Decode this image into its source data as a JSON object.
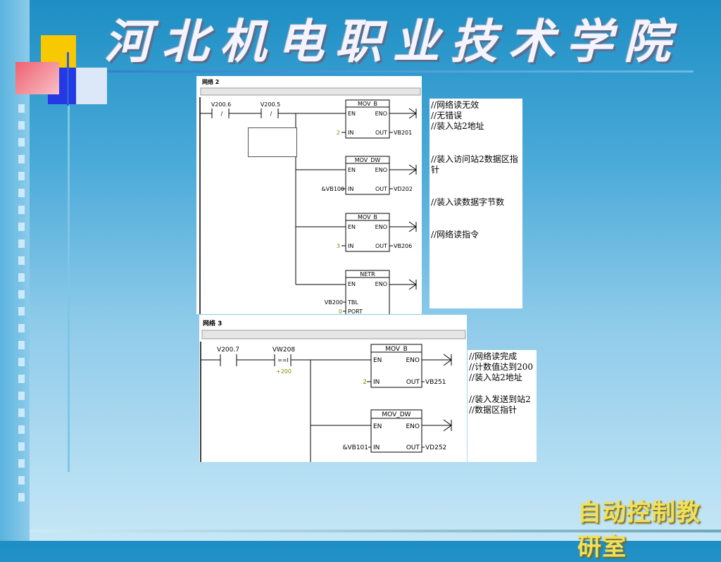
{
  "slide": {
    "title": "河北机电职业技术学院",
    "footer_lab": "自动控制教研室",
    "colors": {
      "background_top": "#1d8ec4",
      "background_bottom": "#c6e7f6",
      "title": "#f4f4ff",
      "lab_text": "#f0e060"
    }
  },
  "network2": {
    "header": "网络 2",
    "contacts": [
      {
        "address": "V200.6",
        "symbol": "/"
      },
      {
        "address": "V200.5",
        "symbol": "/"
      }
    ],
    "boxes": [
      {
        "name": "MOV_B",
        "en": "EN",
        "eno": "ENO",
        "in_label": "IN",
        "out_label": "OUT",
        "in_value": "2",
        "out_value": "VB201"
      },
      {
        "name": "MOV_DW",
        "en": "EN",
        "eno": "ENO",
        "in_label": "IN",
        "out_label": "OUT",
        "in_value": "&VB100",
        "out_value": "VD202"
      },
      {
        "name": "MOV_B",
        "en": "EN",
        "eno": "ENO",
        "in_label": "IN",
        "out_label": "OUT",
        "in_value": "3",
        "out_value": "VB206"
      },
      {
        "name": "NETR",
        "en": "EN",
        "eno": "ENO",
        "tbl_label": "TBL",
        "port_label": "PORT",
        "tbl_value": "VB200",
        "port_value": "0"
      }
    ],
    "comments": [
      "//网络读无效",
      "//无错误",
      "//装入站2地址",
      "//装入访问站2数据区指",
      "针",
      "//装入读数据字节数",
      "//网络读指令"
    ]
  },
  "network3": {
    "header": "网络 3",
    "contacts": [
      {
        "address": "V200.7"
      },
      {
        "address": "VW208",
        "symbol": "==I",
        "operand": "+200"
      }
    ],
    "boxes": [
      {
        "name": "MOV_B",
        "en": "EN",
        "eno": "ENO",
        "in_label": "IN",
        "out_label": "OUT",
        "in_value": "2",
        "out_value": "VB251"
      },
      {
        "name": "MOV_DW",
        "en": "EN",
        "eno": "ENO",
        "in_label": "IN",
        "out_label": "OUT",
        "in_value": "&VB101",
        "out_value": "VD252"
      }
    ],
    "comments": [
      "//网络读完成",
      "//计数值达到200",
      "//装入站2地址",
      "//装入发送到站2",
      "//数据区指针"
    ]
  }
}
